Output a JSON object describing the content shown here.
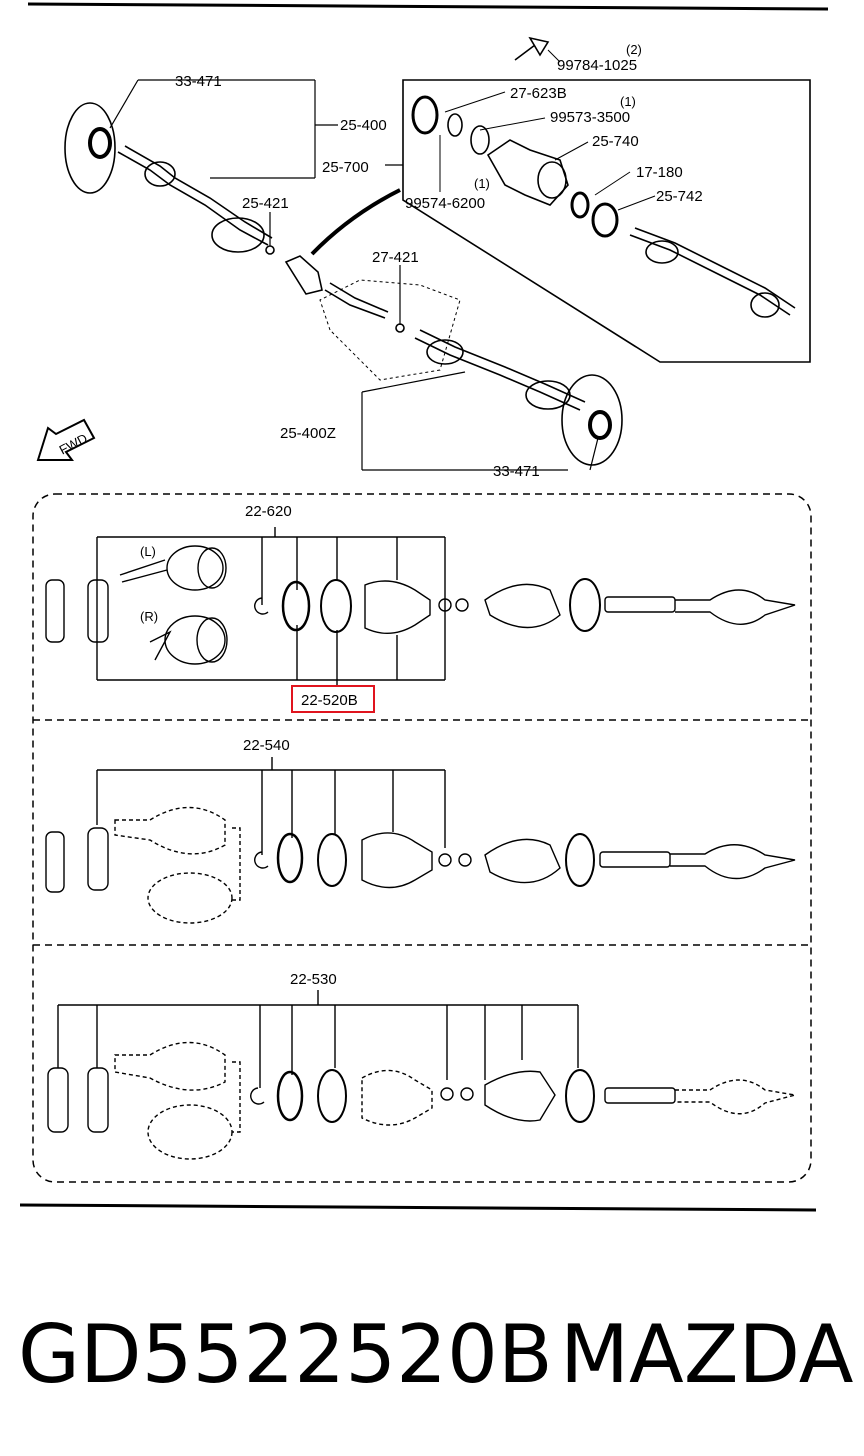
{
  "diagram": {
    "top_section": {
      "labels": {
        "l_33471_top": "33-471",
        "l_25400": "25-400",
        "l_25700": "25-700",
        "l_25421": "25-421",
        "l_27421": "27-421",
        "l_25400z": "25-400Z",
        "l_33471_bottom": "33-471",
        "l_99784": "99784-1025",
        "l_99784_qty": "(2)",
        "l_27623b": "27-623B",
        "l_99573": "99573-3500",
        "l_99573_qty": "(1)",
        "l_25740": "25-740",
        "l_17180": "17-180",
        "l_25742": "25-742",
        "l_99574": "99574-6200",
        "l_99574_qty": "(1)",
        "fwd": "FWD"
      }
    },
    "box1": {
      "group_label": "22-620",
      "side_left": "(L)",
      "side_right": "(R)",
      "highlighted_label": "22-520B",
      "highlight_color": "#e0141e"
    },
    "box2": {
      "group_label": "22-540"
    },
    "box3": {
      "group_label": "22-530"
    }
  },
  "caption": {
    "part_number": "GD5522520B",
    "brand": "MAZDA"
  }
}
